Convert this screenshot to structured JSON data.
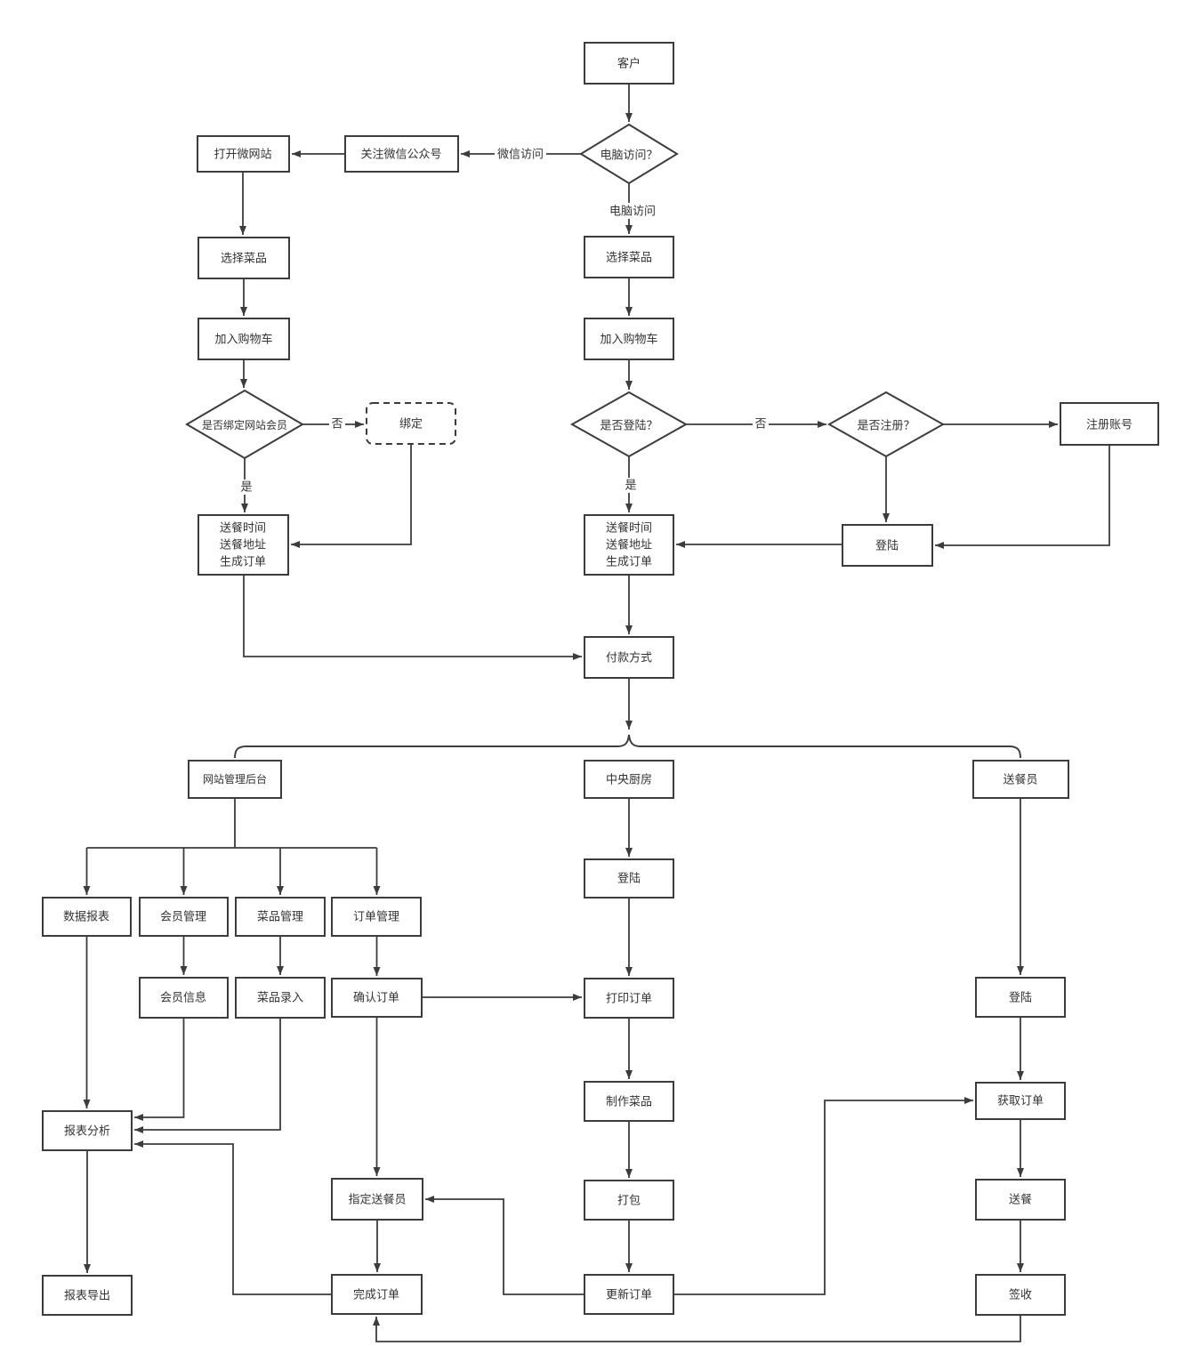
{
  "diagram": {
    "type": "flowchart",
    "colors": {
      "background": "#ffffff",
      "stroke": "#3c3c3c",
      "text": "#333333"
    },
    "nodes": {
      "customer": {
        "label": "客户"
      },
      "pc_access_decision": {
        "label": "电脑访问？"
      },
      "follow_wechat": {
        "label": "关注微信公众号"
      },
      "open_micro_site": {
        "label": "打开微网站"
      },
      "select_dish_wechat": {
        "label": "选择菜品"
      },
      "add_cart_wechat": {
        "label": "加入购物车"
      },
      "bind_member_decision": {
        "label": "是否绑定网站会员"
      },
      "bind": {
        "label": "绑定"
      },
      "order_info_wechat": {
        "lines": [
          "送餐时间",
          "送餐地址",
          "生成订单"
        ]
      },
      "select_dish_pc": {
        "label": "选择菜品"
      },
      "add_cart_pc": {
        "label": "加入购物车"
      },
      "login_decision": {
        "label": "是否登陆？"
      },
      "register_decision": {
        "label": "是否注册？"
      },
      "register_account": {
        "label": "注册账号"
      },
      "login_pc": {
        "label": "登陆"
      },
      "order_info_pc": {
        "lines": [
          "送餐时间",
          "送餐地址",
          "生成订单"
        ]
      },
      "payment_method": {
        "label": "付款方式"
      },
      "site_admin": {
        "label": "网站管理后台"
      },
      "central_kitchen": {
        "label": "中央厨房"
      },
      "delivery_staff": {
        "label": "送餐员"
      },
      "data_report": {
        "label": "数据报表"
      },
      "member_mgmt": {
        "label": "会员管理"
      },
      "dish_mgmt": {
        "label": "菜品管理"
      },
      "order_mgmt": {
        "label": "订单管理"
      },
      "member_info": {
        "label": "会员信息"
      },
      "dish_entry": {
        "label": "菜品录入"
      },
      "confirm_order": {
        "label": "确认订单"
      },
      "login_kitchen": {
        "label": "登陆"
      },
      "print_order": {
        "label": "打印订单"
      },
      "make_dish": {
        "label": "制作菜品"
      },
      "pack": {
        "label": "打包"
      },
      "update_order": {
        "label": "更新订单"
      },
      "login_delivery": {
        "label": "登陆"
      },
      "get_order": {
        "label": "获取订单"
      },
      "deliver_meal": {
        "label": "送餐"
      },
      "sign_receipt": {
        "label": "签收"
      },
      "report_analysis": {
        "label": "报表分析"
      },
      "report_export": {
        "label": "报表导出"
      },
      "assign_delivery": {
        "label": "指定送餐员"
      },
      "complete_order": {
        "label": "完成订单"
      }
    },
    "edge_labels": {
      "wechat_access": "微信访问",
      "pc_access": "电脑访问",
      "bind_no": "否",
      "bind_yes": "是",
      "login_no": "否",
      "login_yes": "是"
    }
  }
}
